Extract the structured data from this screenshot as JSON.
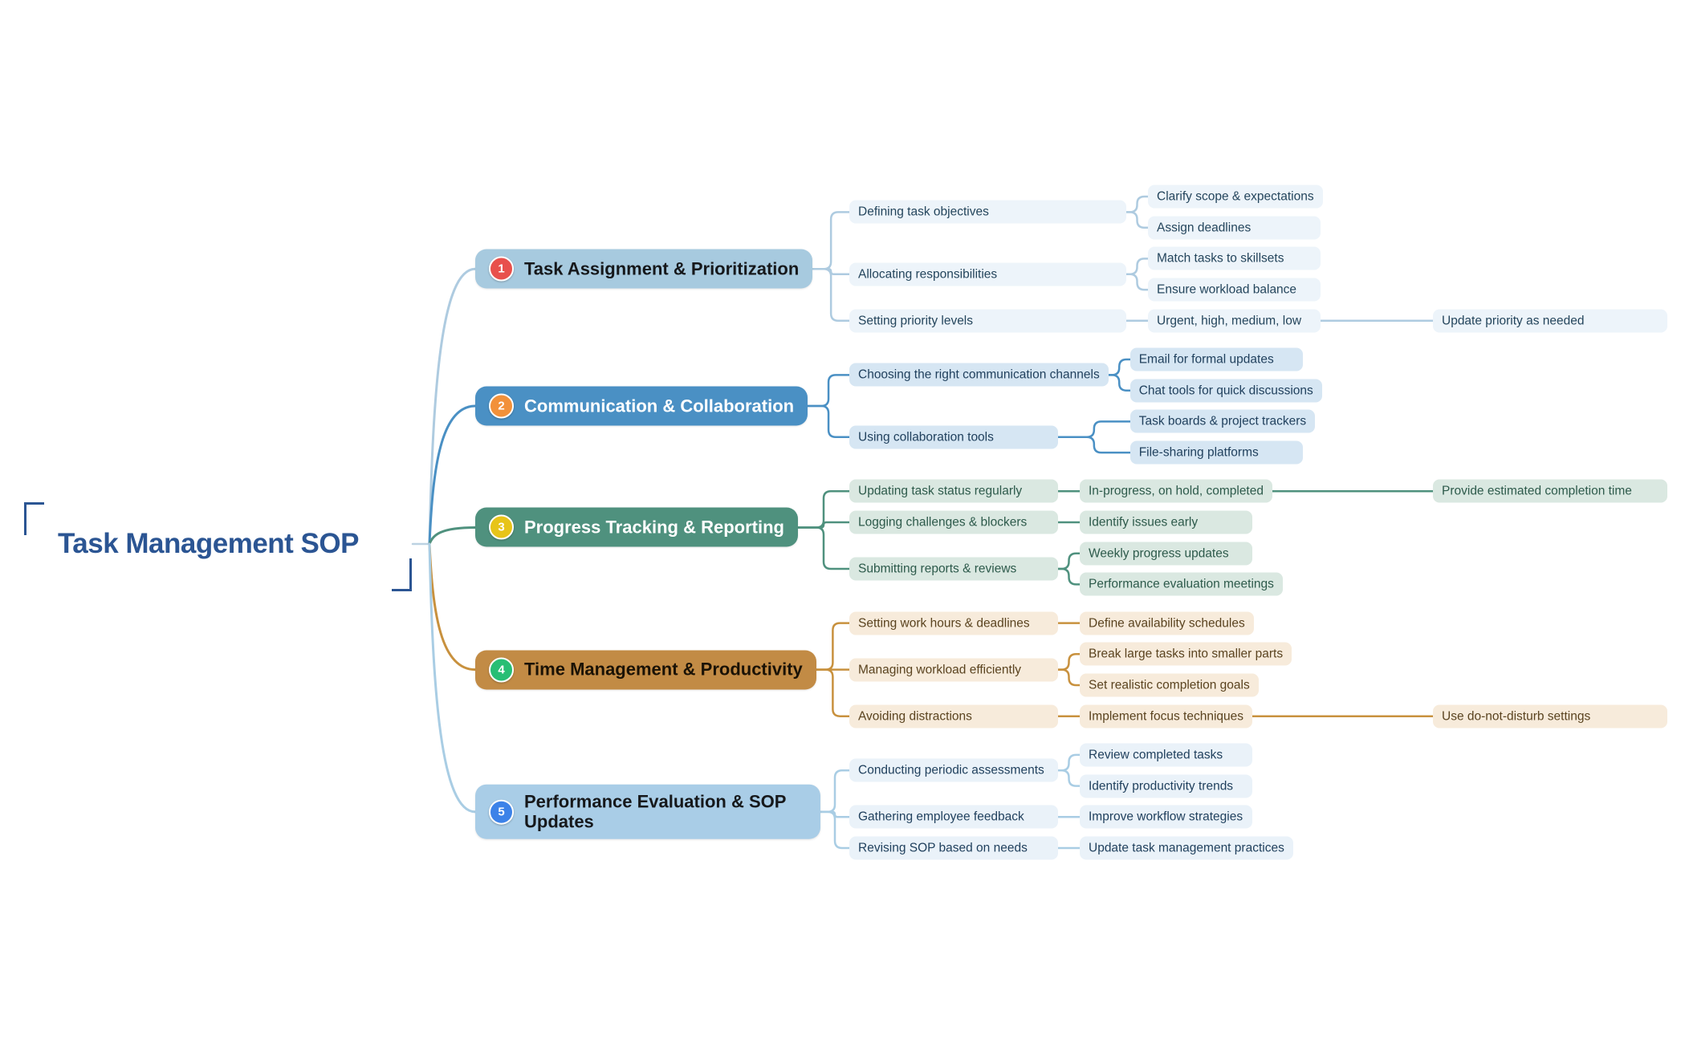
{
  "title": {
    "text": "Task Management SOP",
    "color": "#2B5593",
    "bracket_color": "#2B5593"
  },
  "branches": [
    {
      "badge": "1",
      "label": "Task Assignment & Prioritization",
      "colors": {
        "node_bg": "#A7CADF",
        "node_text": "#16181B",
        "badge_bg": "#E8504C",
        "line": "#AECBE0",
        "child_bg": "#EDF4FA",
        "child_text": "#24455C"
      },
      "children": [
        {
          "label": "Defining task objectives",
          "children": [
            {
              "label": "Clarify scope & expectations"
            },
            {
              "label": "Assign deadlines"
            }
          ]
        },
        {
          "label": "Allocating responsibilities",
          "children": [
            {
              "label": "Match tasks to skillsets"
            },
            {
              "label": "Ensure workload balance"
            }
          ]
        },
        {
          "label": "Setting priority levels",
          "children": [
            {
              "label": "Urgent, high, medium, low",
              "children": [
                {
                  "label": "Update priority as needed"
                }
              ]
            }
          ]
        }
      ]
    },
    {
      "badge": "2",
      "label": "Communication & Collaboration",
      "colors": {
        "node_bg": "#4A90C4",
        "node_text": "#FFFFFF",
        "badge_bg": "#F2913A",
        "line": "#4A90C4",
        "child_bg": "#D6E6F3",
        "child_text": "#21415E"
      },
      "children": [
        {
          "label": "Choosing the right communication channels",
          "children": [
            {
              "label": "Email for formal updates"
            },
            {
              "label": "Chat tools for quick discussions"
            }
          ]
        },
        {
          "label": "Using collaboration tools",
          "children": [
            {
              "label": "Task boards & project trackers"
            },
            {
              "label": "File-sharing platforms"
            }
          ]
        }
      ]
    },
    {
      "badge": "3",
      "label": "Progress Tracking & Reporting",
      "colors": {
        "node_bg": "#4F917E",
        "node_text": "#FFFFFF",
        "badge_bg": "#E7C419",
        "line": "#4F917E",
        "child_bg": "#DAE8E1",
        "child_text": "#2D5A4B"
      },
      "children": [
        {
          "label": "Updating task status regularly",
          "children": [
            {
              "label": "In-progress, on hold, completed",
              "children": [
                {
                  "label": "Provide estimated completion time"
                }
              ]
            }
          ]
        },
        {
          "label": "Logging challenges & blockers",
          "children": [
            {
              "label": "Identify issues early"
            }
          ]
        },
        {
          "label": "Submitting reports & reviews",
          "children": [
            {
              "label": "Weekly progress updates"
            },
            {
              "label": "Performance evaluation meetings"
            }
          ]
        }
      ]
    },
    {
      "badge": "4",
      "label": "Time Management & Productivity",
      "colors": {
        "node_bg": "#C28B45",
        "node_text": "#1A1206",
        "badge_bg": "#27BE74",
        "line": "#C8913E",
        "child_bg": "#F7EBDB",
        "child_text": "#5A431F"
      },
      "children": [
        {
          "label": "Setting work hours & deadlines",
          "children": [
            {
              "label": "Define availability schedules"
            }
          ]
        },
        {
          "label": "Managing workload efficiently",
          "children": [
            {
              "label": "Break large tasks into smaller parts"
            },
            {
              "label": "Set realistic completion goals"
            }
          ]
        },
        {
          "label": "Avoiding distractions",
          "children": [
            {
              "label": "Implement focus techniques",
              "children": [
                {
                  "label": "Use do-not-disturb settings"
                }
              ]
            }
          ]
        }
      ]
    },
    {
      "badge": "5",
      "label": "Performance Evaluation & SOP Updates",
      "colors": {
        "node_bg": "#A9CDE7",
        "node_text": "#16181B",
        "badge_bg": "#3C82E8",
        "line": "#A9CDE4",
        "child_bg": "#EAF2F9",
        "child_text": "#21415E"
      },
      "children": [
        {
          "label": "Conducting periodic assessments",
          "children": [
            {
              "label": "Review completed tasks"
            },
            {
              "label": "Identify productivity trends"
            }
          ]
        },
        {
          "label": "Gathering employee feedback",
          "children": [
            {
              "label": "Improve workflow strategies"
            }
          ]
        },
        {
          "label": "Revising SOP based on needs",
          "children": [
            {
              "label": "Update task management practices"
            }
          ]
        }
      ]
    }
  ]
}
